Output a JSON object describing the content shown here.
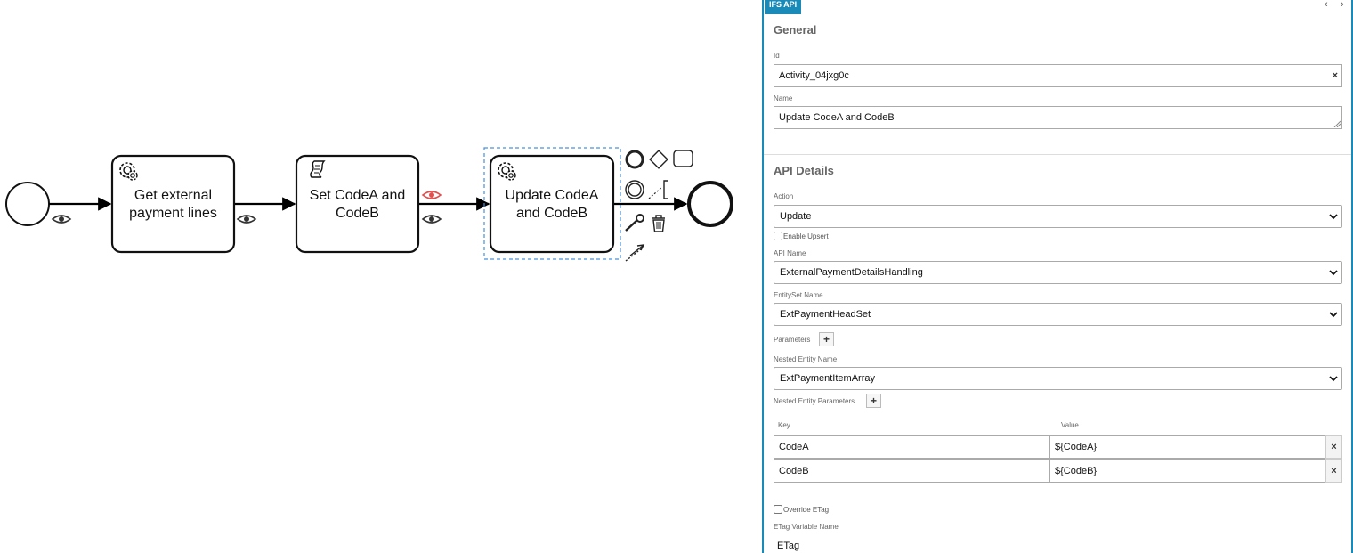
{
  "diagram": {
    "tasks": [
      {
        "label": "Get external payment lines",
        "type": "service-task"
      },
      {
        "label": "Set CodeA and CodeB",
        "type": "script-task"
      },
      {
        "label": "Update CodeA and CodeB",
        "type": "service-task",
        "selected": true
      }
    ],
    "context_pad": [
      "end-event",
      "gateway",
      "task",
      "intermediate-event",
      "text-annotation",
      "change-type",
      "delete",
      "connect"
    ]
  },
  "panel": {
    "tab_label": "IFS API",
    "nav_prev": "‹",
    "nav_next": "›",
    "general": {
      "title": "General",
      "id_label": "Id",
      "id_value": "Activity_04jxg0c",
      "name_label": "Name",
      "name_value": "Update CodeA and CodeB",
      "clear_symbol": "×"
    },
    "api_details": {
      "title": "API Details",
      "action_label": "Action",
      "action_value": "Update",
      "enable_upsert_label": "Enable Upsert",
      "api_name_label": "API Name",
      "api_name_value": "ExternalPaymentDetailsHandling",
      "entityset_label": "EntitySet Name",
      "entityset_value": "ExtPaymentHeadSet",
      "parameters_label": "Parameters",
      "nested_entity_label": "Nested Entity Name",
      "nested_entity_value": "ExtPaymentItemArray",
      "nested_params_label": "Nested Entity Parameters",
      "plus_symbol": "+",
      "key_header": "Key",
      "value_header": "Value",
      "params": [
        {
          "key": "CodeA",
          "value": "${CodeA}"
        },
        {
          "key": "CodeB",
          "value": "${CodeB}"
        }
      ],
      "remove_symbol": "×",
      "override_etag_label": "Override ETag",
      "etag_var_label": "ETag Variable Name",
      "etag_var_value": "ETag"
    }
  },
  "colors": {
    "accent": "#1a8bb8",
    "selection": "#4a90d9",
    "alert_eye": "#e05050"
  }
}
